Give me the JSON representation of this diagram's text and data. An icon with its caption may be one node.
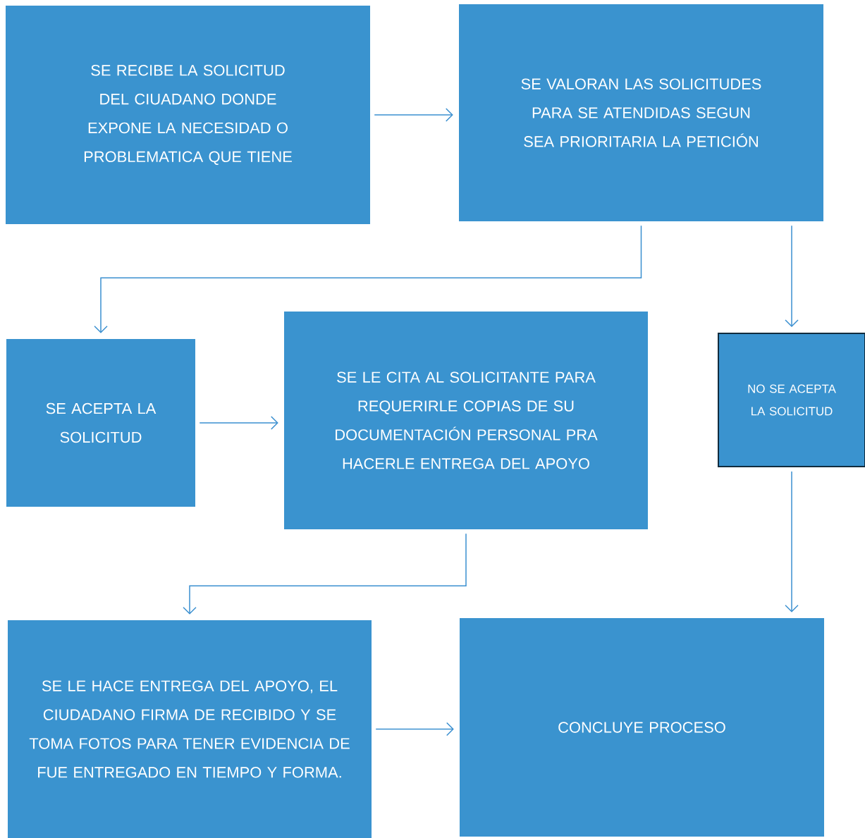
{
  "diagram": {
    "nodes": [
      {
        "text": [
          "SE RECIBE LA SOLICITUD DEL CIUADANO DONDE EXPONE LA NECESIDAD O PROBLEMATICA QUE TIENE"
        ]
      },
      {
        "text": [
          "SE VALORAN LAS SOLICITUDES PARA SE ATENDIDAS SEGUN SEA PRIORITARIA LA PETICIÓN"
        ]
      },
      {
        "text": [
          "SE ACEPTA LA SOLICITUD"
        ]
      },
      {
        "text": [
          "SE LE CITA AL SOLICITANTE PARA REQUERIRLE COPIAS DE SU DOCUMENTACIÓN PERSONAL PRA HACERLE ENTREGA DEL APOYO"
        ]
      },
      {
        "text": [
          "NO SE ACEPTA LA SOLICITUD"
        ]
      },
      {
        "text": [
          "SE LE HACE ENTREGA DEL APOYO, EL CIUDADANO FIRMA DE RECIBIDO Y SE TOMA FOTOS PARA TENER EVIDENCIA DE FUE ENTREGADO EN TIEMPO Y FORMA."
        ]
      },
      {
        "text": [
          "CONCLUYE PROCESO"
        ]
      }
    ],
    "edges": [
      {
        "from": 0,
        "to": 1,
        "arrow": "to"
      },
      {
        "from": 1,
        "to": 2,
        "arrow": "to"
      },
      {
        "from": 1,
        "to": 4,
        "arrow": "to"
      },
      {
        "from": 2,
        "to": 3,
        "arrow": "to"
      },
      {
        "from": 3,
        "to": 5,
        "arrow": "to"
      },
      {
        "from": 4,
        "to": 6,
        "arrow": "to"
      },
      {
        "from": 5,
        "to": 6,
        "arrow": "to"
      }
    ]
  }
}
